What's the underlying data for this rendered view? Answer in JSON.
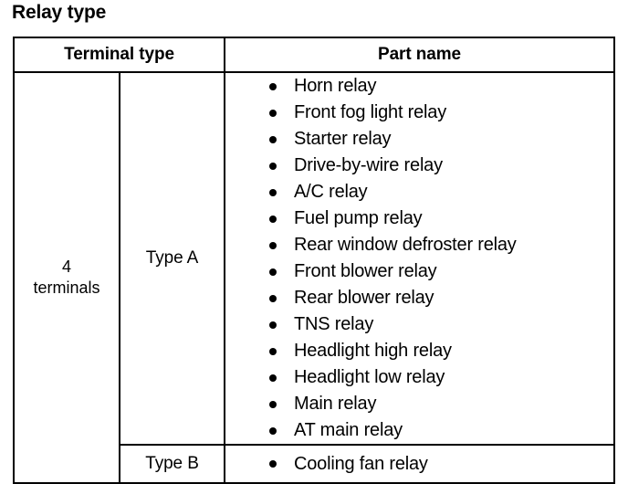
{
  "page": {
    "title": "Relay type",
    "background_color": "#ffffff",
    "text_color": "#000000"
  },
  "table": {
    "headers": {
      "terminal_type": "Terminal type",
      "part_name": "Part name"
    },
    "terminal_group": {
      "count": "4",
      "unit": "terminals"
    },
    "rows": [
      {
        "type_label": "Type A",
        "parts": [
          "Horn relay",
          "Front fog light relay",
          "Starter relay",
          "Drive-by-wire relay",
          "A/C relay",
          "Fuel pump relay",
          "Rear window defroster relay",
          "Front blower relay",
          "Rear blower relay",
          "TNS relay",
          "Headlight high relay",
          "Headlight low relay",
          "Main relay",
          "AT main relay"
        ]
      },
      {
        "type_label": "Type B",
        "parts": [
          "Cooling fan relay"
        ]
      }
    ]
  }
}
